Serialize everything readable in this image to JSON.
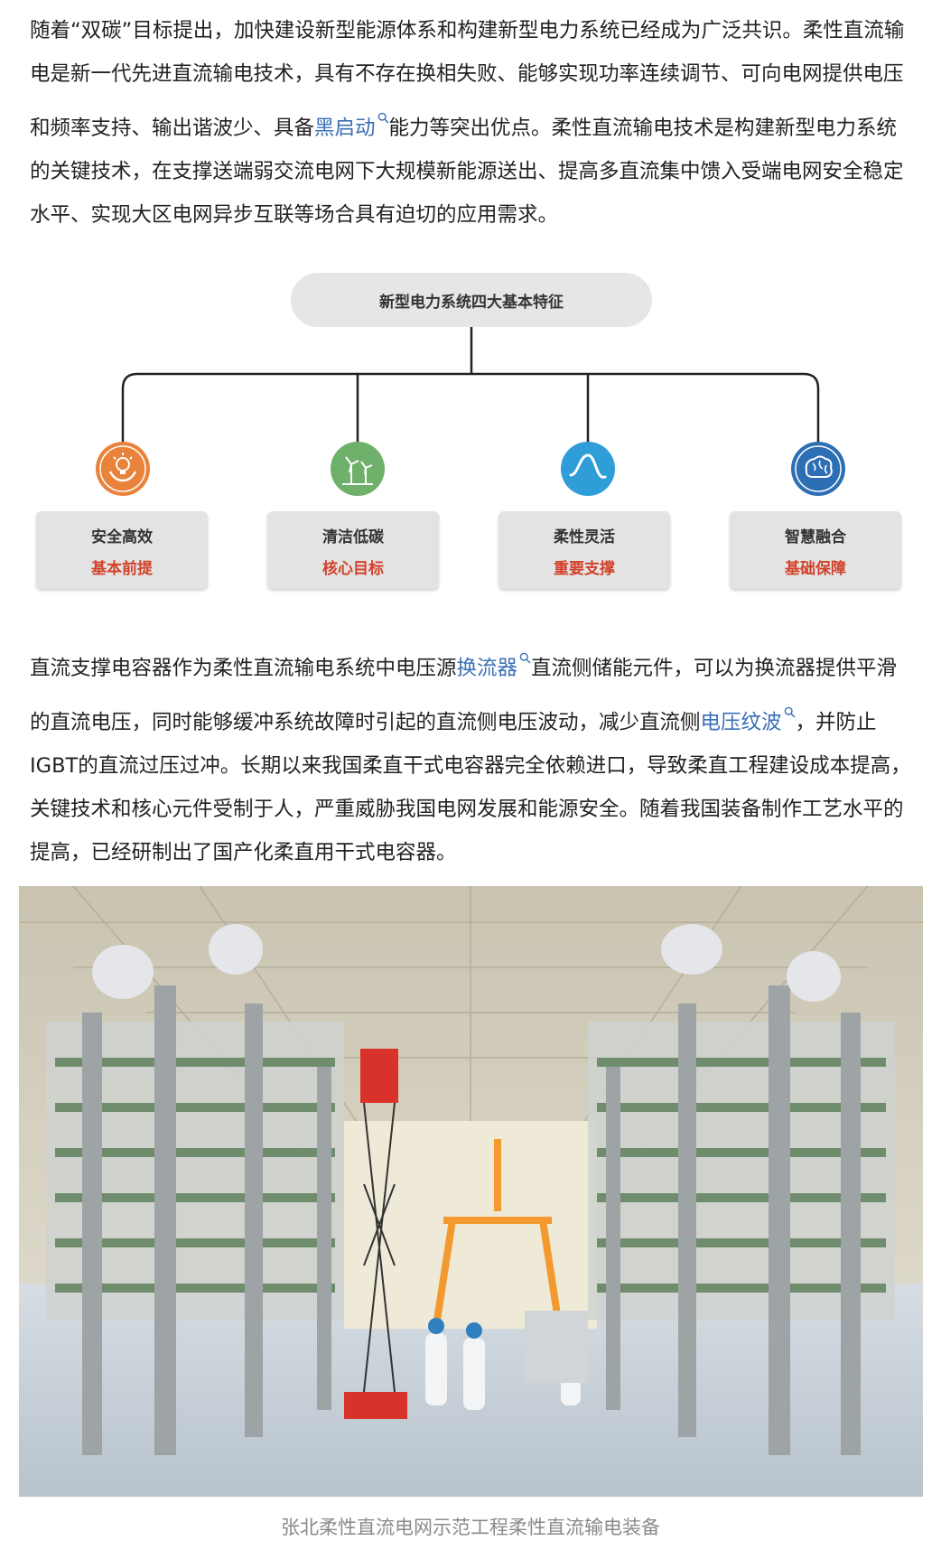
{
  "paragraph1": {
    "part1": "随着“双碳”目标提出，加快建设新型能源体系和构建新型电力系统已经成为广泛共识。柔性直流输电是新一代先进直流输电技术，具有不存在换相失败、能够实现功率连续调节、可向电网提供电压和频率支持、输出谐波少、具备",
    "link1": "黑启动",
    "part2": "能力等突出优点。柔性直流输电技术是构建新型电力系统的关键技术，在支撑送端弱交流电网下大规模新能源送出、提高多直流集中馈入受端电网安全稳定水平、实现大区电网异步互联等场合具有迫切的应用需求。"
  },
  "diagram": {
    "root_label": "新型电力系统四大基本特征",
    "features": [
      {
        "title": "安全高效",
        "subtitle": "基本前提",
        "icon": "bulb-hands-icon",
        "color": "#e9823a"
      },
      {
        "title": "清洁低碳",
        "subtitle": "核心目标",
        "icon": "wind-turbine-icon",
        "color": "#6fb06b"
      },
      {
        "title": "柔性灵活",
        "subtitle": "重要支撑",
        "icon": "wave-icon",
        "color": "#2f9ed8"
      },
      {
        "title": "智慧融合",
        "subtitle": "基础保障",
        "icon": "brain-icon",
        "color": "#2c6fb5"
      }
    ]
  },
  "paragraph2": {
    "part1": "直流支撑电容器作为柔性直流输电系统中电压源",
    "link1": "换流器",
    "part2": "直流侧储能元件，可以为换流器提供平滑的直流电压，同时能够缓冲系统故障时引起的直流侧电压波动，减少直流侧",
    "link2": "电压纹波",
    "part3": "，并防止IGBT的直流过压过冲。长期以来我国柔直干式电容器完全依赖进口，导致柔直工程建设成本提高，关键技术和核心元件受制于人，严重威胁我国电网发展和能源安全。随着我国装备制作工艺水平的提高，已经研制出了国产化柔直用干式电容器。"
  },
  "photo": {
    "caption": "张北柔性直流电网示范工程柔性直流输电装备"
  },
  "colors": {
    "link": "#3b6fb6",
    "subtitle_red": "#d2412a",
    "card_bg": "#e3e3e3"
  }
}
